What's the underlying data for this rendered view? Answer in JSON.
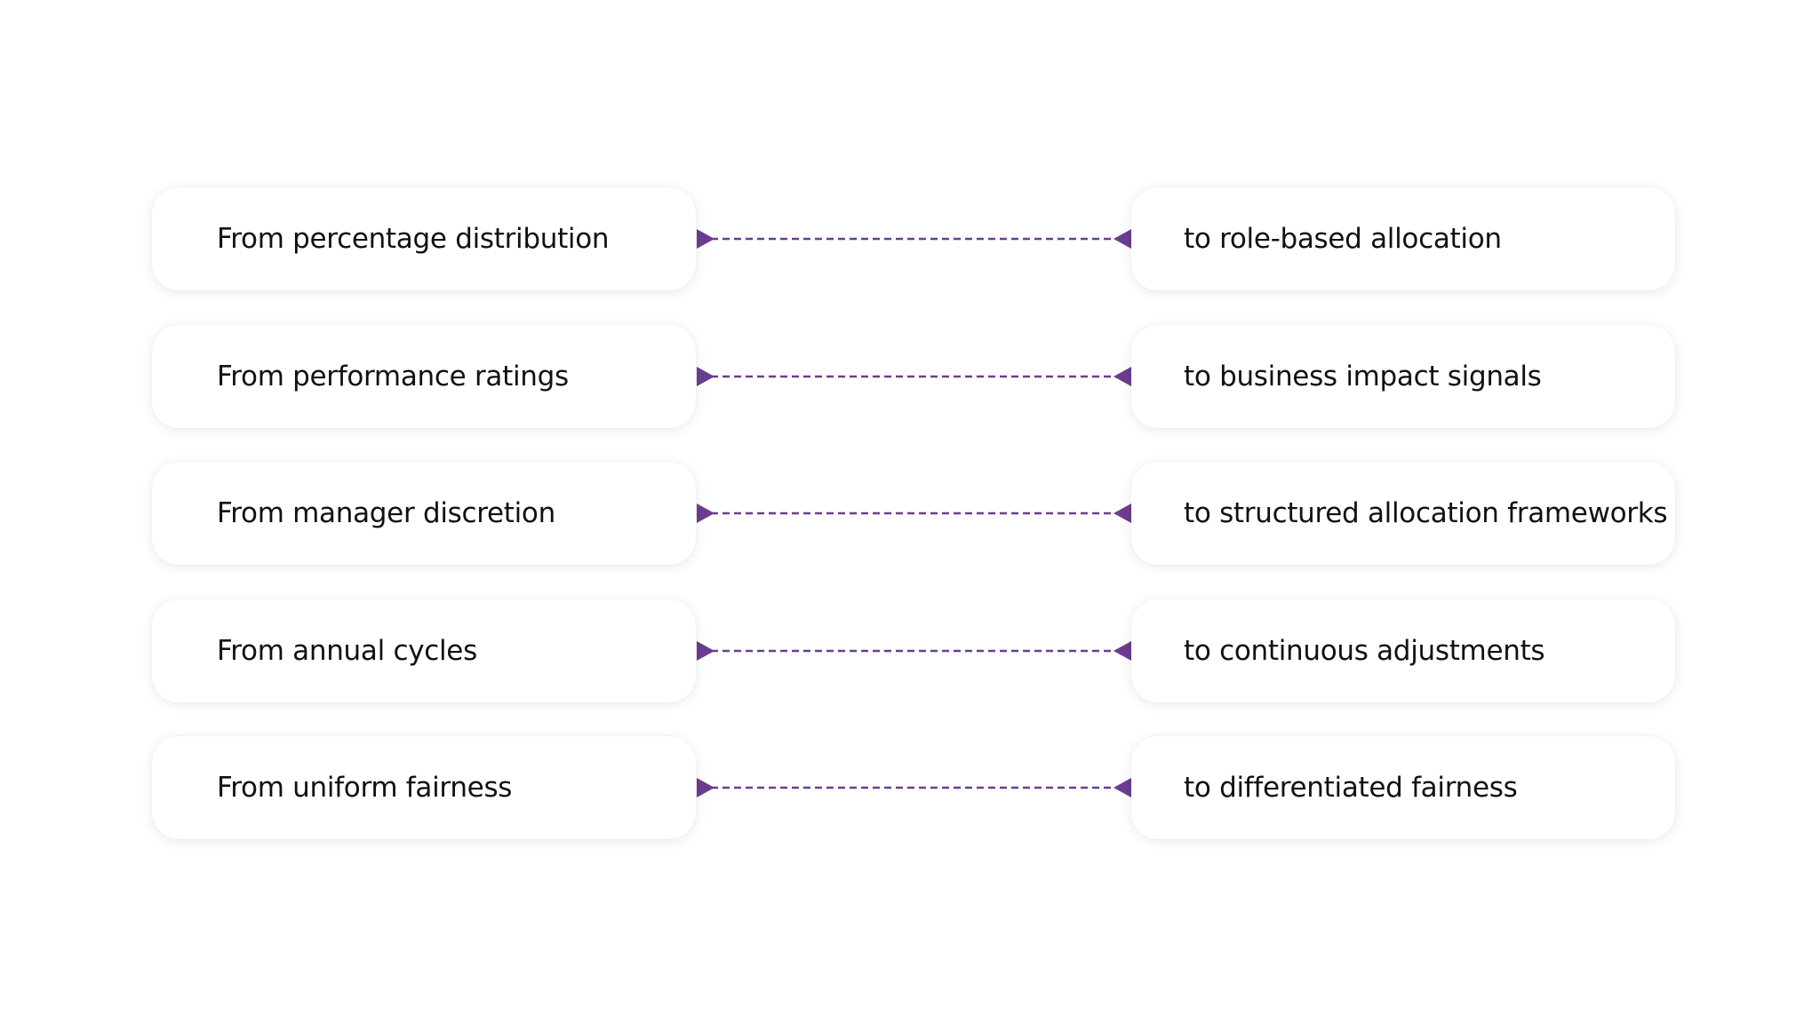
{
  "accent_color": "#6b3d91",
  "rows": [
    {
      "from": "From percentage distribution",
      "to": "to role-based allocation"
    },
    {
      "from": "From performance ratings",
      "to": "to business impact signals"
    },
    {
      "from": "From manager discretion",
      "to": "to structured allocation frameworks"
    },
    {
      "from": "From annual cycles",
      "to": "to continuous adjustments"
    },
    {
      "from": "From uniform fairness",
      "to": "to differentiated fairness"
    }
  ]
}
